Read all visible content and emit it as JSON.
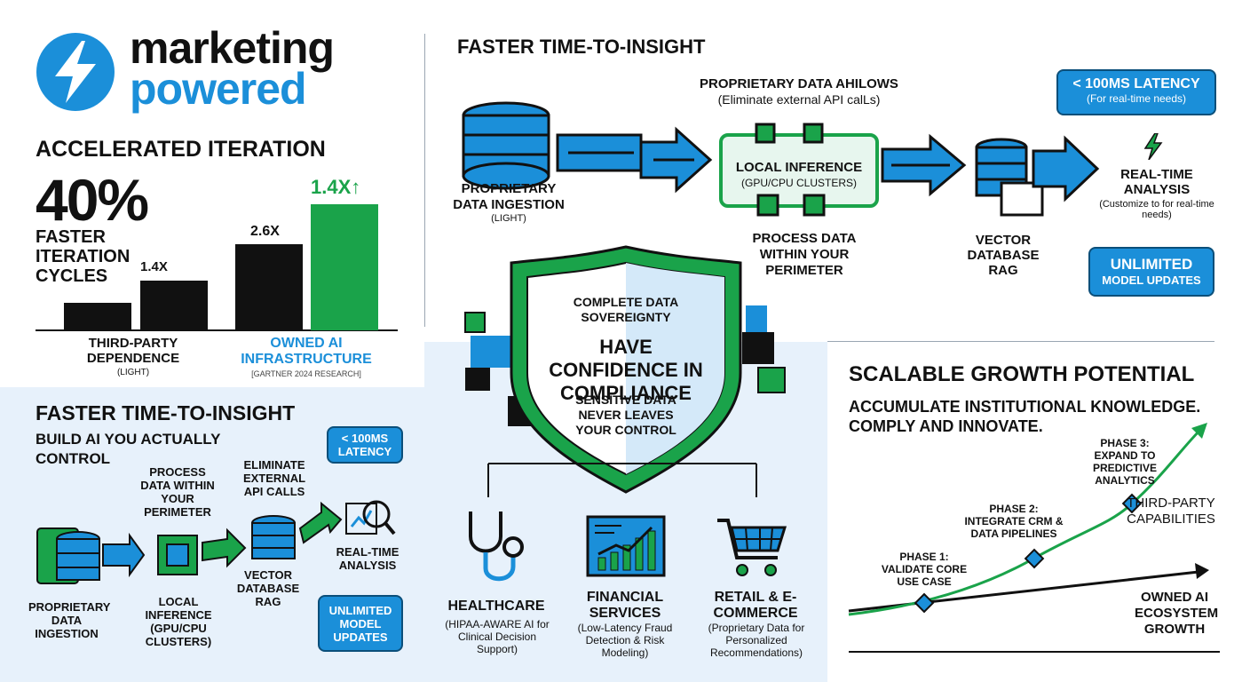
{
  "colors": {
    "blue": "#1b8fd9",
    "green": "#1aa34a",
    "dark": "#111111",
    "light_bg": "#e7f1fb"
  },
  "logo": {
    "icon": "lightning-bolt-icon",
    "line1": "marketing",
    "line2": "powered"
  },
  "iteration": {
    "title": "ACCELERATED ITERATION",
    "big_number": "40%",
    "big_label": "FASTER ITERATION CYCLES",
    "bars": [
      {
        "label": "",
        "value": 0.9
      },
      {
        "label": "1.4X",
        "value": 1.4
      },
      {
        "label": "2.6X",
        "value": 2.6
      },
      {
        "label": "1.4X",
        "value": 3.4
      }
    ],
    "group1": {
      "title": "THIRD-PARTY DEPENDENCE",
      "sub": "(LIGHT)"
    },
    "group2": {
      "title": "OWNED AI INFRASTRUCTURE",
      "sub": "[GARTNER 2024 RESEARCH]"
    }
  },
  "insight_small": {
    "title": "FASTER TIME-TO-INSIGHT",
    "subtitle": "BUILD AI YOU ACTUALLY CONTROL",
    "latency": "< 100MS LATENCY",
    "updates": "UNLIMITED MODEL UPDATES",
    "step_process": "PROCESS DATA WITHIN YOUR PERIMETER",
    "step_eliminate": "ELIMINATE EXTERNAL API CALLS",
    "step_ingestion": "PROPRIETARY DATA INGESTION",
    "step_inference": "LOCAL INFERENCE (GPU/CPU CLUSTERS)",
    "step_vector": "VECTOR DATABASE RAG",
    "step_realtime": "REAL-TIME ANALYSIS"
  },
  "insight_large": {
    "title": "FASTER TIME-TO-INSIGHT",
    "flows_title": "PROPRIETARY DATA AHILOWS",
    "flows_sub": "(Eliminate external API calLs)",
    "ingestion_title": "PROPRIETARY DATA INGESTION",
    "ingestion_sub": "(LIGHT)",
    "inference_title": "LOCAL INFERENCE",
    "inference_sub": "(GPU/CPU CLUSTERS)",
    "process": "PROCESS DATA WITHIN YOUR PERIMETER",
    "vector": "VECTOR DATABASE RAG",
    "latency_title": "< 100MS LATENCY",
    "latency_sub": "(For real-time needs)",
    "realtime_title": "REAL-TIME ANALYSIS",
    "realtime_sub": "(Customize to for real-time needs)",
    "updates_line1": "UNLIMITED",
    "updates_line2": "MODEL UPDATES"
  },
  "shield": {
    "top": "COMPLETE DATA SOVEREIGNTY",
    "main": "HAVE CONFIDENCE IN COMPLIANCE",
    "bottom": "SENSITIVE DATA NEVER LEAVES YOUR CONTROL"
  },
  "industries": [
    {
      "icon": "stethoscope-icon",
      "title": "HEALTHCARE",
      "sub": "(HIPAA-AWARE AI for Clinical Decision Support)"
    },
    {
      "icon": "growth-chart-icon",
      "title": "FINANCIAL SERVICES",
      "sub": "(Low-Latency Fraud Detection & Risk Modeling)"
    },
    {
      "icon": "shopping-cart-icon",
      "title": "RETAIL & E-COMMERCE",
      "sub": "(Proprietary Data for Personalized Recommendations)"
    }
  ],
  "growth": {
    "title": "SCALABLE GROWTH POTENTIAL",
    "subtitle_line1": "ACCUMULATE INSTITUTIONAL KNOWLEDGE.",
    "subtitle_line2": "COMPLY AND INNOVATE.",
    "phase1": "PHASE 1: VALIDATE CORE USE CASE",
    "phase2": "PHASE 2: INTEGRATE CRM & DATA PIPELINES",
    "phase3": "PHASE 3: EXPAND TO PREDICTIVE ANALYTICS",
    "series_third": "THIRD-PARTY CAPABILITIES",
    "series_owned": "OWNED AI ECOSYSTEM GROWTH"
  }
}
